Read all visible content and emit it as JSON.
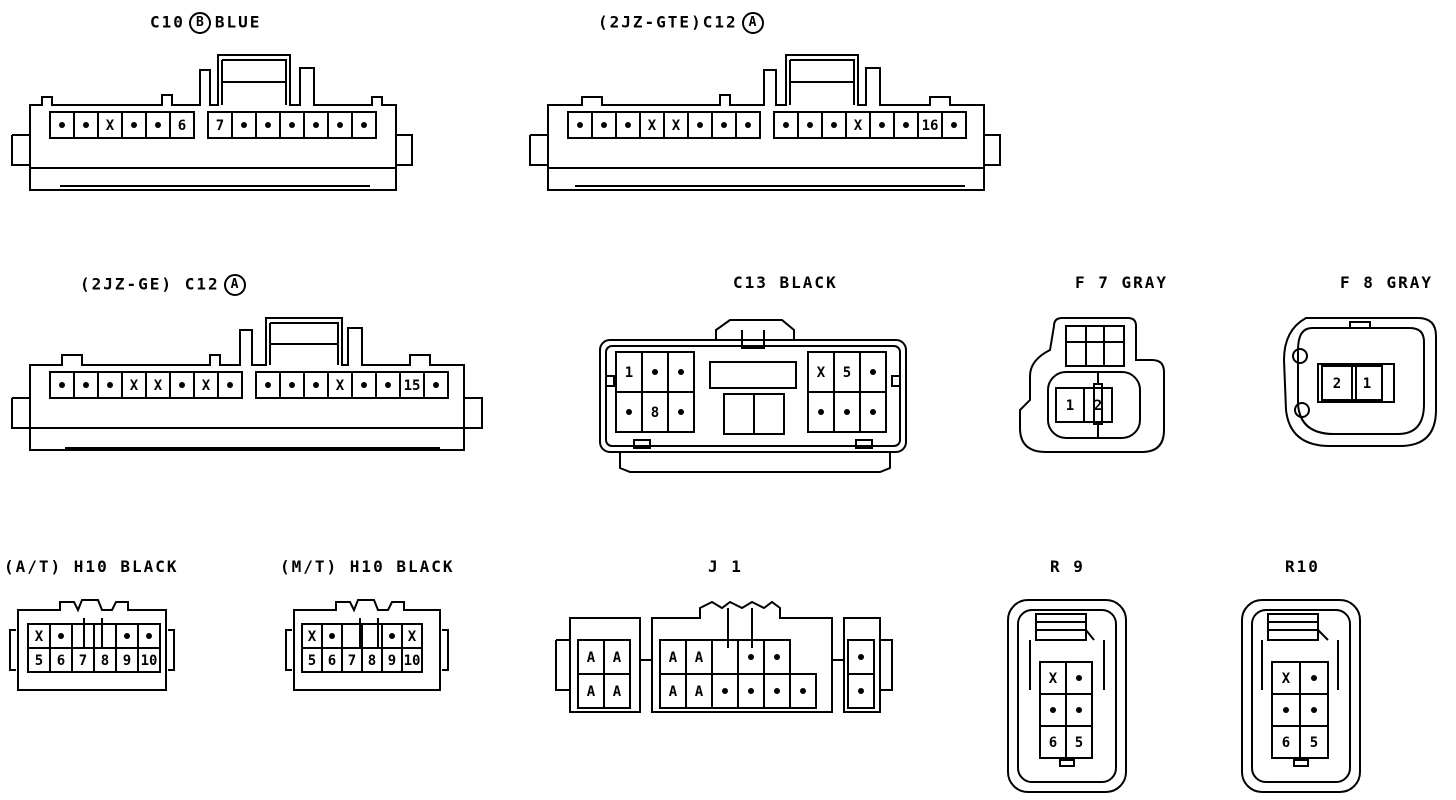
{
  "labels": {
    "c10": {
      "pre": "C10",
      "circle": "B",
      "post": "BLUE"
    },
    "c12_gte": {
      "pre": "(2JZ-GTE)C12",
      "circle": "A",
      "post": ""
    },
    "c12_ge": {
      "pre": "(2JZ-GE) C12",
      "circle": "A",
      "post": ""
    },
    "c13": {
      "pre": "C13 BLACK"
    },
    "f7": {
      "pre": "F 7 GRAY"
    },
    "f8": {
      "pre": "F 8 GRAY"
    },
    "h10_at": {
      "pre": "(A/T) H10 BLACK"
    },
    "h10_mt": {
      "pre": "(M/T) H10 BLACK"
    },
    "j1": {
      "pre": "J 1"
    },
    "r9": {
      "pre": "R 9"
    },
    "r10": {
      "pre": "R10"
    }
  },
  "pins": {
    "c10_left": [
      "•",
      "•",
      "X",
      "•",
      "•",
      "6"
    ],
    "c10_right": [
      "7",
      "•",
      "•",
      "•",
      "•",
      "•",
      "•"
    ],
    "c12gte_left": [
      "•",
      "•",
      "•",
      "X",
      "X",
      "•",
      "•",
      "•"
    ],
    "c12gte_right": [
      "•",
      "•",
      "•",
      "X",
      "•",
      "•",
      "16",
      "•"
    ],
    "c12ge_left": [
      "•",
      "•",
      "•",
      "X",
      "X",
      "•",
      "X",
      "•"
    ],
    "c12ge_right": [
      "•",
      "•",
      "•",
      "X",
      "•",
      "•",
      "15",
      "•"
    ],
    "c13_left": [
      [
        "1",
        "•",
        "•"
      ],
      [
        "•",
        "8",
        "•"
      ]
    ],
    "c13_right": [
      [
        "X",
        "5",
        "•"
      ],
      [
        "•",
        "•",
        "•"
      ]
    ],
    "f7": [
      "1",
      "2"
    ],
    "f8": [
      "2",
      "1"
    ],
    "h10at": [
      [
        "X",
        "•",
        "",
        "",
        "•",
        "•"
      ],
      [
        "5",
        "6",
        "7",
        "8",
        "9",
        "10"
      ]
    ],
    "h10mt": [
      [
        "X",
        "•",
        "",
        "",
        "•",
        "X"
      ],
      [
        "5",
        "6",
        "7",
        "8",
        "9",
        "10"
      ]
    ],
    "j1_a": [
      [
        "A",
        "A"
      ],
      [
        "A",
        "A"
      ]
    ],
    "j1_b": [
      [
        "A",
        "A",
        "",
        "•",
        "•"
      ],
      [
        "A",
        "A",
        "•",
        "•",
        "•",
        "•"
      ]
    ],
    "j1_c": [
      [
        "•"
      ],
      [
        "•"
      ]
    ],
    "r9": [
      [
        "X",
        "•"
      ],
      [
        "•",
        "•"
      ],
      [
        "6",
        "5"
      ]
    ],
    "r10": [
      [
        "X",
        "•"
      ],
      [
        "•",
        "•"
      ],
      [
        "6",
        "5"
      ]
    ]
  }
}
